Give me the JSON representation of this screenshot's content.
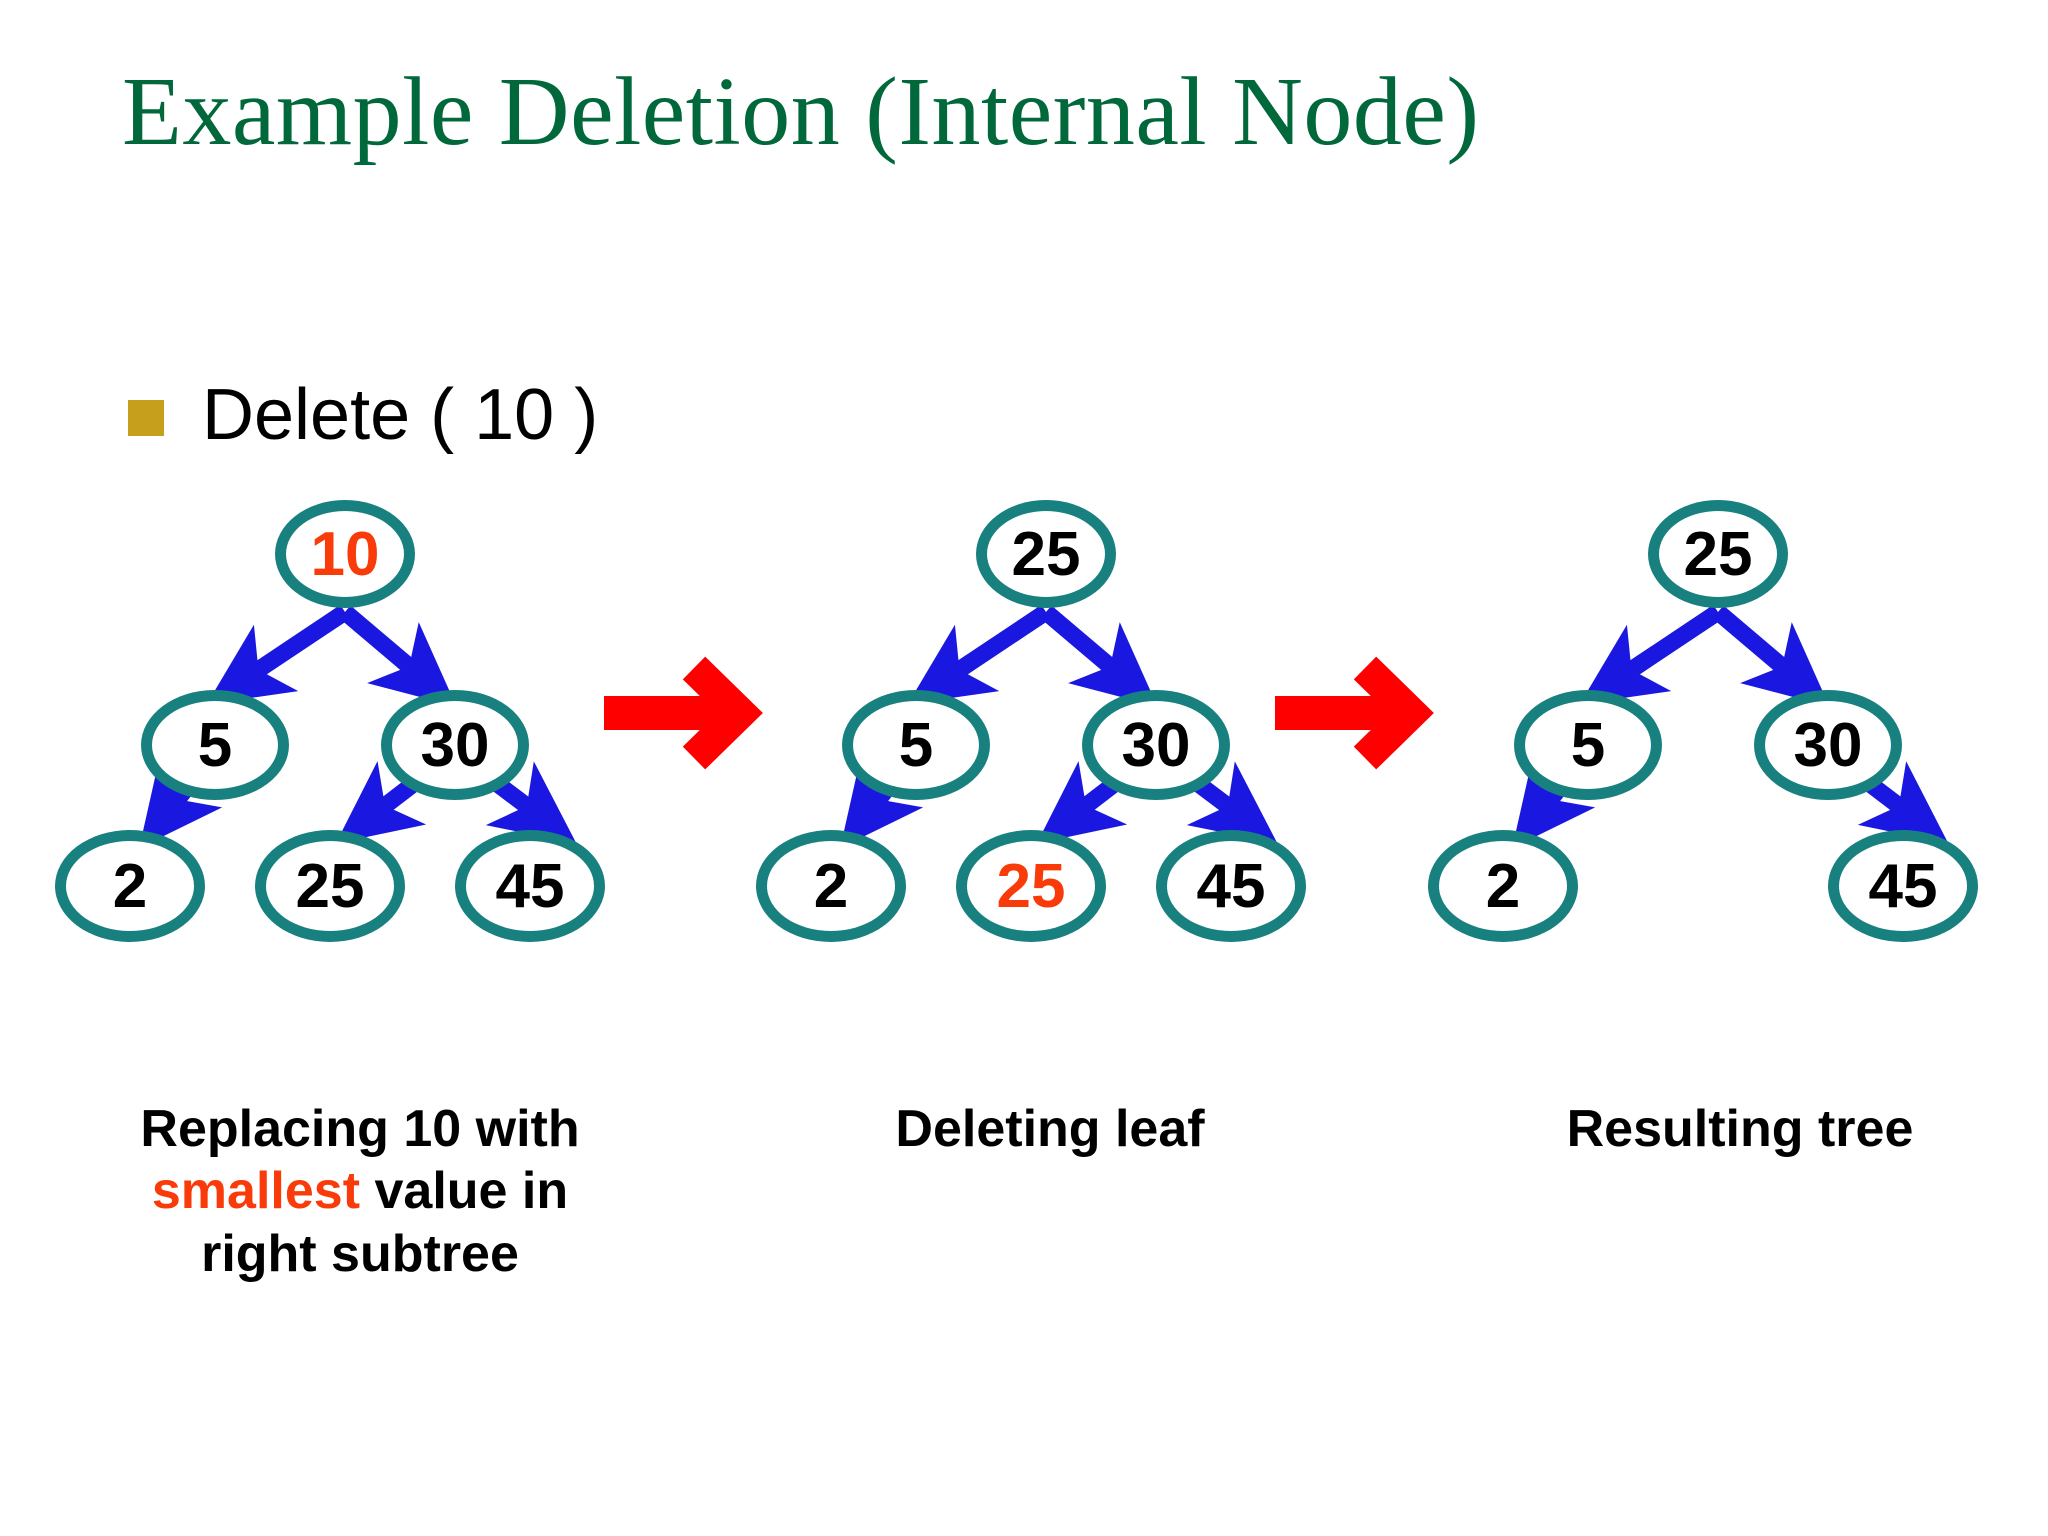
{
  "slide": {
    "title": "Example Deletion (Internal Node)",
    "bullet": {
      "marker": "square-bullet",
      "text": "Delete ( 10 )"
    }
  },
  "colors": {
    "title_green": "#00683a",
    "bullet_gold": "#c6a01c",
    "node_outline_teal": "#18817f",
    "node_fill": "#ffffff",
    "node_text": "#000000",
    "highlight_orange": "#f93a09",
    "edge_blue": "#1a18e0",
    "transition_red": "#ff0000",
    "background": "#ffffff"
  },
  "diagrams": [
    {
      "id": "tree-1",
      "caption_html": "Replacing 10 with <span class=\"em\">smallest</span> value in right subtree",
      "caption_plain": "Replacing 10 with smallest value in right subtree",
      "caption_highlight_word": "smallest",
      "nodes": [
        {
          "key": "root",
          "label": "10",
          "highlighted": true
        },
        {
          "key": "left",
          "label": "5",
          "highlighted": false
        },
        {
          "key": "right",
          "label": "30",
          "highlighted": false
        },
        {
          "key": "ll",
          "label": "2",
          "highlighted": false
        },
        {
          "key": "rl",
          "label": "25",
          "highlighted": false
        },
        {
          "key": "rr",
          "label": "45",
          "highlighted": false
        }
      ],
      "edges": [
        {
          "from": "root",
          "to": "left"
        },
        {
          "from": "root",
          "to": "right"
        },
        {
          "from": "left",
          "to": "ll"
        },
        {
          "from": "right",
          "to": "rl"
        },
        {
          "from": "right",
          "to": "rr"
        }
      ]
    },
    {
      "id": "tree-2",
      "caption_html": "Deleting leaf",
      "caption_plain": "Deleting leaf",
      "caption_highlight_word": "",
      "nodes": [
        {
          "key": "root",
          "label": "25",
          "highlighted": false
        },
        {
          "key": "left",
          "label": "5",
          "highlighted": false
        },
        {
          "key": "right",
          "label": "30",
          "highlighted": false
        },
        {
          "key": "ll",
          "label": "2",
          "highlighted": false
        },
        {
          "key": "rl",
          "label": "25",
          "highlighted": true
        },
        {
          "key": "rr",
          "label": "45",
          "highlighted": false
        }
      ],
      "edges": [
        {
          "from": "root",
          "to": "left"
        },
        {
          "from": "root",
          "to": "right"
        },
        {
          "from": "left",
          "to": "ll"
        },
        {
          "from": "right",
          "to": "rl"
        },
        {
          "from": "right",
          "to": "rr"
        }
      ]
    },
    {
      "id": "tree-3",
      "caption_html": "Resulting tree",
      "caption_plain": "Resulting tree",
      "caption_highlight_word": "",
      "nodes": [
        {
          "key": "root",
          "label": "25",
          "highlighted": false
        },
        {
          "key": "left",
          "label": "5",
          "highlighted": false
        },
        {
          "key": "right",
          "label": "30",
          "highlighted": false
        },
        {
          "key": "ll",
          "label": "2",
          "highlighted": false
        },
        {
          "key": "rr",
          "label": "45",
          "highlighted": false
        }
      ],
      "edges": [
        {
          "from": "root",
          "to": "left"
        },
        {
          "from": "root",
          "to": "right"
        },
        {
          "from": "left",
          "to": "ll"
        },
        {
          "from": "right",
          "to": "rr"
        }
      ]
    }
  ],
  "transitions": [
    {
      "id": "transition-arrow-1",
      "from": "tree-1",
      "to": "tree-2",
      "glyph": "right-arrow"
    },
    {
      "id": "transition-arrow-2",
      "from": "tree-2",
      "to": "tree-3",
      "glyph": "right-arrow"
    }
  ]
}
